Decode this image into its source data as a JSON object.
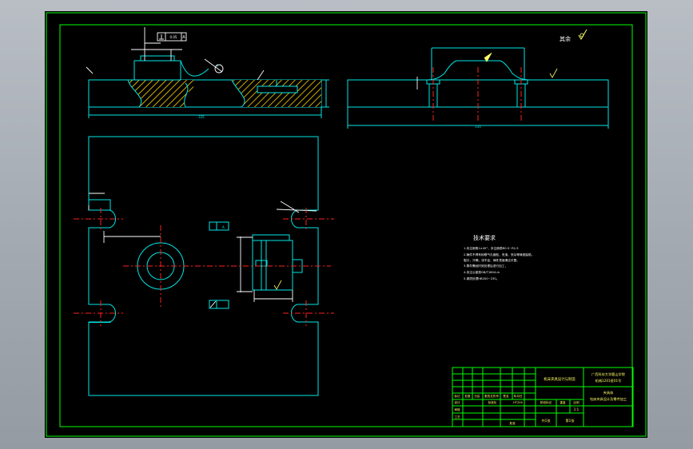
{
  "drawing": {
    "roughness_mark": "其余",
    "datum_label": "A",
    "tech_title": "技术要求",
    "tech_notes": [
      "1.未注倒角1×45°，未注倒角R0.5~R1.5",
      "2.铸件不得有砂眼气孔缩松，夹渣，夹杂等铸造缺陷，",
      "  裂口，冷隔，浇不足，铸件表面清洁平整。",
      "3.零件需经时效处理后进行加工，",
      "4.未注公差按GB/T1804-m",
      "5.调质处理HB200~230。"
    ]
  },
  "title_block": {
    "school": "广西科技大学鹿山学院",
    "class": "机械1201班01号",
    "project": "机床夹具设计与制造",
    "part_name": "夹具体",
    "drawing_name": "钻床夹具设计及零件加工",
    "row_labels": [
      "标记",
      "处数",
      "分区",
      "更改文件号",
      "签名",
      "年月日"
    ],
    "roles": [
      "设计",
      "审核",
      "工艺",
      "批准"
    ],
    "stage_label": "阶段标记",
    "weight_label": "重量",
    "scale_label": "比例",
    "scale": "1:1",
    "sheets_total": "共1张",
    "sheet_no": "第1张",
    "standardize": "标准化",
    "material": "HT200"
  },
  "colors": {
    "geometry": "#00e6e6",
    "annotation": "#ffffff",
    "centerline": "#ff2020",
    "border": "#00ff00",
    "text": "#ffff66"
  }
}
